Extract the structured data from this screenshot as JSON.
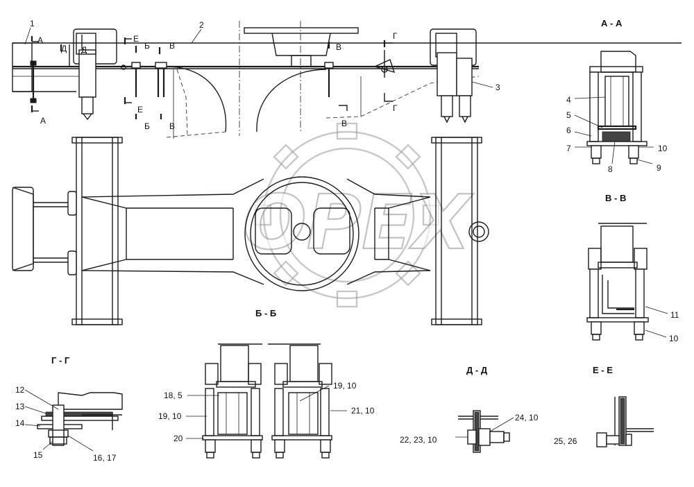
{
  "section_titles": {
    "aa": "А - А",
    "vv": "В - В",
    "bb": "Б - Б",
    "gg": "Г - Г",
    "dd": "Д - Д",
    "ee": "Е - Е"
  },
  "callouts": {
    "c1": "1",
    "c2": "2",
    "c3": "3",
    "c4": "4",
    "c5": "5",
    "c6": "6",
    "c7": "7",
    "c8": "8",
    "c9": "9",
    "c10a": "10",
    "c11": "11",
    "c10b": "10",
    "c12": "12",
    "c13": "13",
    "c14": "14",
    "c15": "15",
    "c1617": "16, 17",
    "c185": "18, 5",
    "c1910a": "19, 10",
    "c20": "20",
    "c1910b": "19, 10",
    "c2110": "21, 10",
    "c2410": "24, 10",
    "c222310": "22, 23, 10",
    "c2526": "25, 26"
  },
  "cut_marks": {
    "a_top": "А",
    "a_bot": "А",
    "d_top": "Д",
    "d_top2": "Д",
    "e_top": "Е",
    "e_bot": "Е",
    "b_top": "Б",
    "b_bot": "Б",
    "v_top": "В",
    "v_bot": "В",
    "v2_top": "В",
    "v2_bot": "В",
    "g_top": "Г",
    "g_bot": "Г"
  },
  "watermark": "OPEX"
}
